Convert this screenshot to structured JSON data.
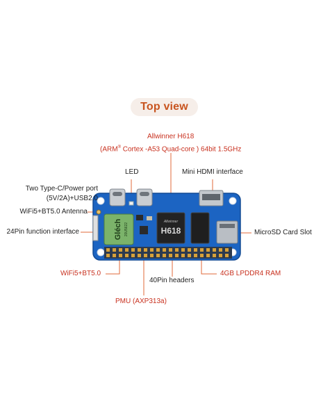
{
  "header": {
    "title": "Top view"
  },
  "labels": {
    "soc_line1": "Allwinner H618",
    "soc_line2a": "(ARM",
    "soc_line2_reg": "®",
    "soc_line2b": " Cortex -A53 Quad-core ) 64bit 1.5GHz",
    "led": "LED",
    "mini_hdmi": "Mini HDMI interface",
    "typec_line1": "Two Type-C/Power port",
    "typec_line2": "(5V/2A)+USB2.0",
    "antenna": "WiFi5+BT5.0 Antenna",
    "pin24": "24Pin function interface",
    "microsd": "MicroSD Card Slot",
    "wifi": "WiFi5+BT5.0",
    "pin40": "40Pin headers",
    "ram": "4GB LPDDR4 RAM",
    "pmu": "PMU (AXP313a)"
  },
  "chips": {
    "soc_brand": "Allwinner",
    "soc_name": "H618",
    "wifi_brand": "Gléch",
    "wifi_sub": "20U5622"
  },
  "colors": {
    "title": "#c8541f",
    "accent_red": "#c8301e",
    "board": "#1c64c2",
    "pins": "#d6a13a",
    "wifi_module": "#7bb36a"
  }
}
